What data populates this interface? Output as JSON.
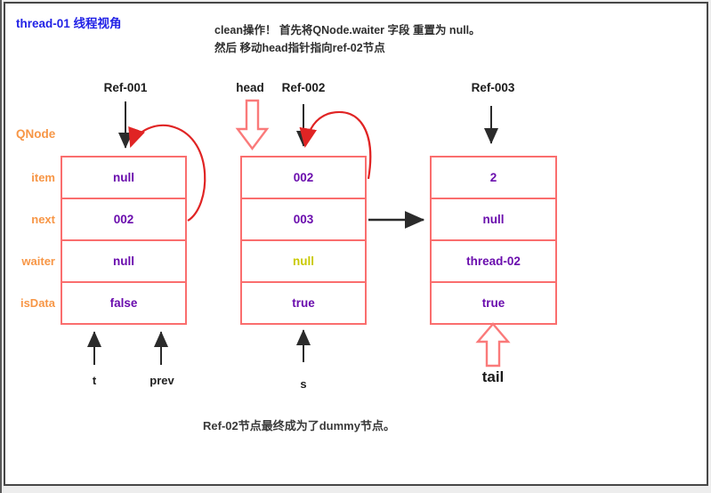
{
  "title": "thread-01 线程视角",
  "note": {
    "line1": "clean操作！ 首先将QNode.waiter 字段 重置为 null。",
    "line2": "然后 移动head指针指向ref-02节点"
  },
  "qnode_label": "QNode",
  "fields": [
    "item",
    "next",
    "waiter",
    "isData"
  ],
  "nodes": [
    {
      "ref": "Ref-001",
      "item": "null",
      "next": "002",
      "waiter": "null",
      "isData": "false"
    },
    {
      "ref": "Ref-002",
      "item": "002",
      "next": "003",
      "waiter": "null",
      "isData": "true"
    },
    {
      "ref": "Ref-003",
      "item": "2",
      "next": "null",
      "waiter": "thread-02",
      "isData": "true"
    }
  ],
  "pointers": {
    "head": "head",
    "tail": "tail",
    "t": "t",
    "prev": "prev",
    "s": "s"
  },
  "footer": "Ref-02节点最终成为了dummy节点。",
  "colors": {
    "title_blue": "#2222e6",
    "label_orange": "#f79646",
    "value_purple": "#6a0dad",
    "highlight_yellow": "#c9c900",
    "table_border": "#fa6e6e",
    "arc_red": "#e02424",
    "panel_border": "#474747"
  }
}
